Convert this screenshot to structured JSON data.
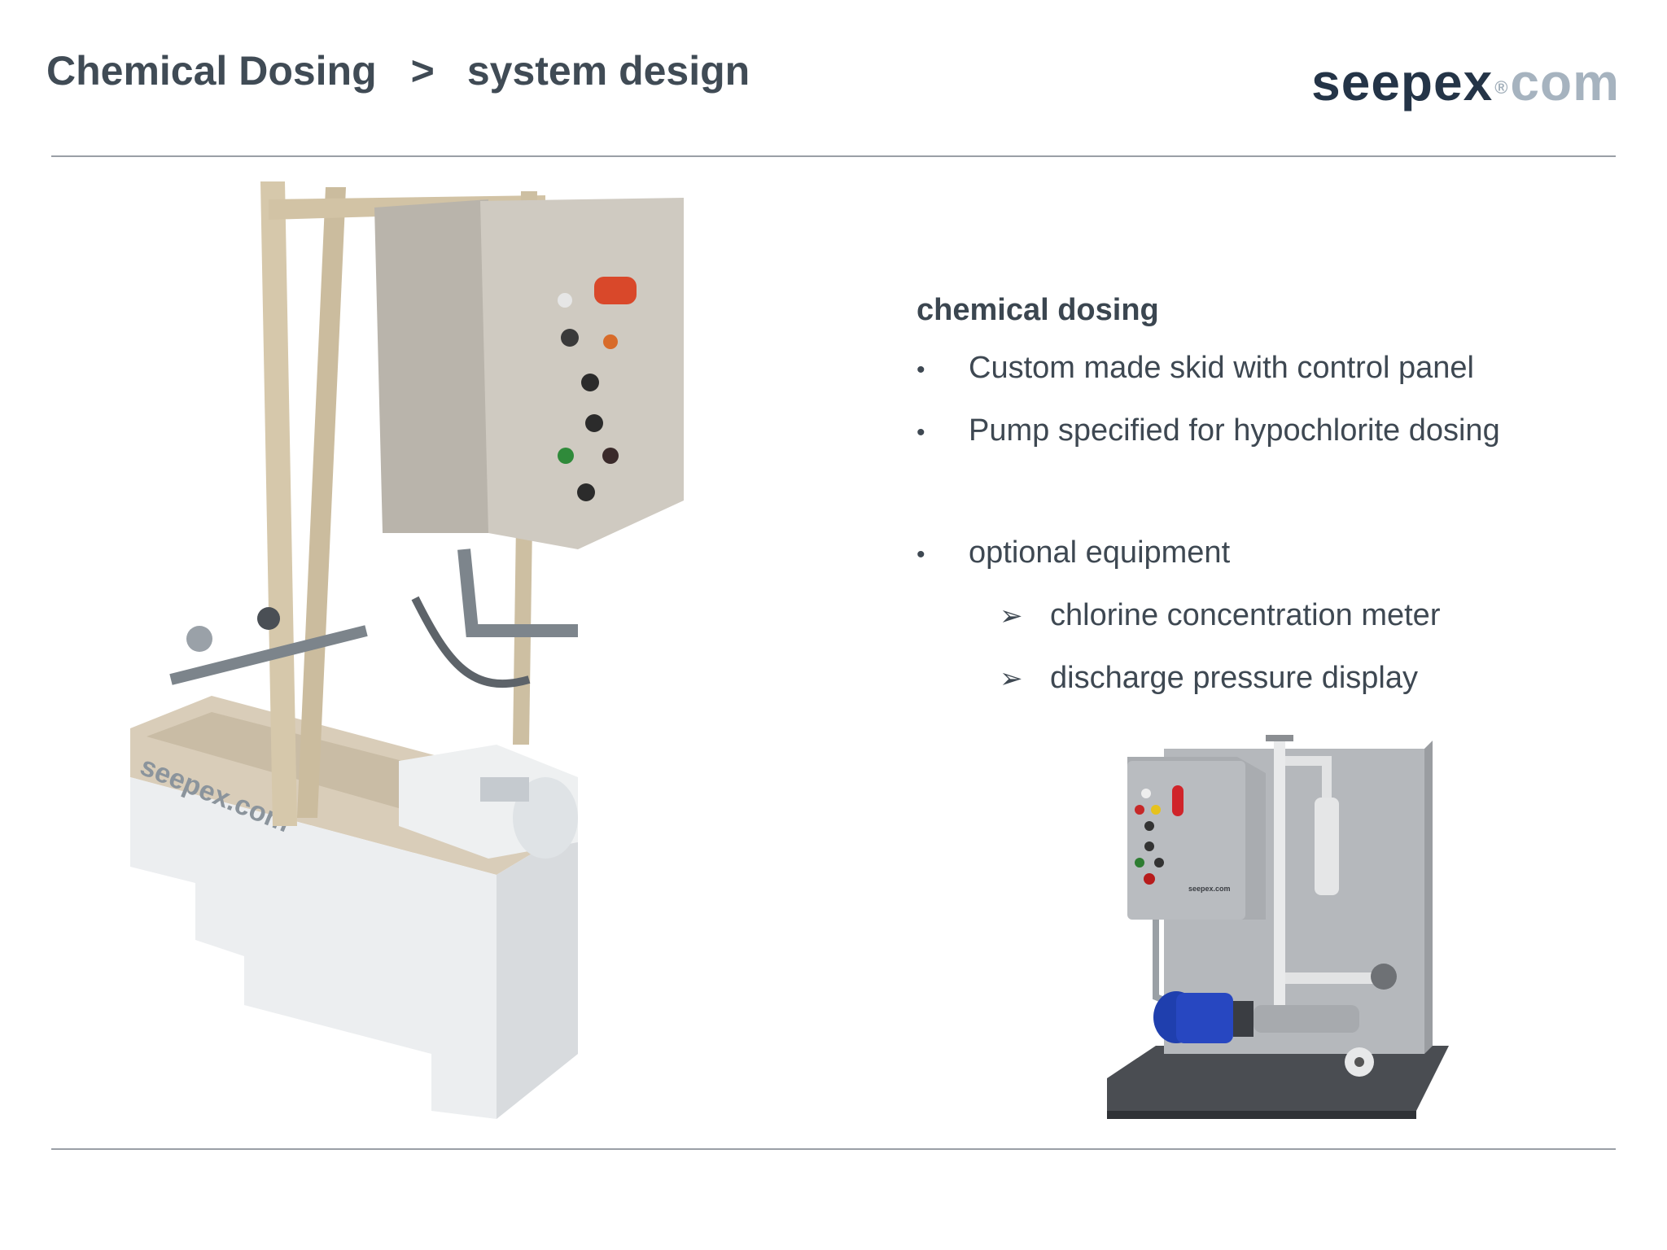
{
  "header": {
    "section": "Chemical Dosing",
    "separator": ">",
    "page": "system design"
  },
  "logo": {
    "name": "seepex",
    "dot": "®",
    "tld": "com",
    "label": "seepex.com"
  },
  "content": {
    "heading": "chemical dosing",
    "bullets": [
      "Custom made skid with control panel",
      "Pump specified for hypochlorite dosing",
      "optional equipment"
    ],
    "sub_bullets": [
      "chlorine concentration meter",
      "discharge pressure display"
    ]
  },
  "images": {
    "skid_branding": "seepex.com",
    "render_branding": "seepex.com"
  }
}
